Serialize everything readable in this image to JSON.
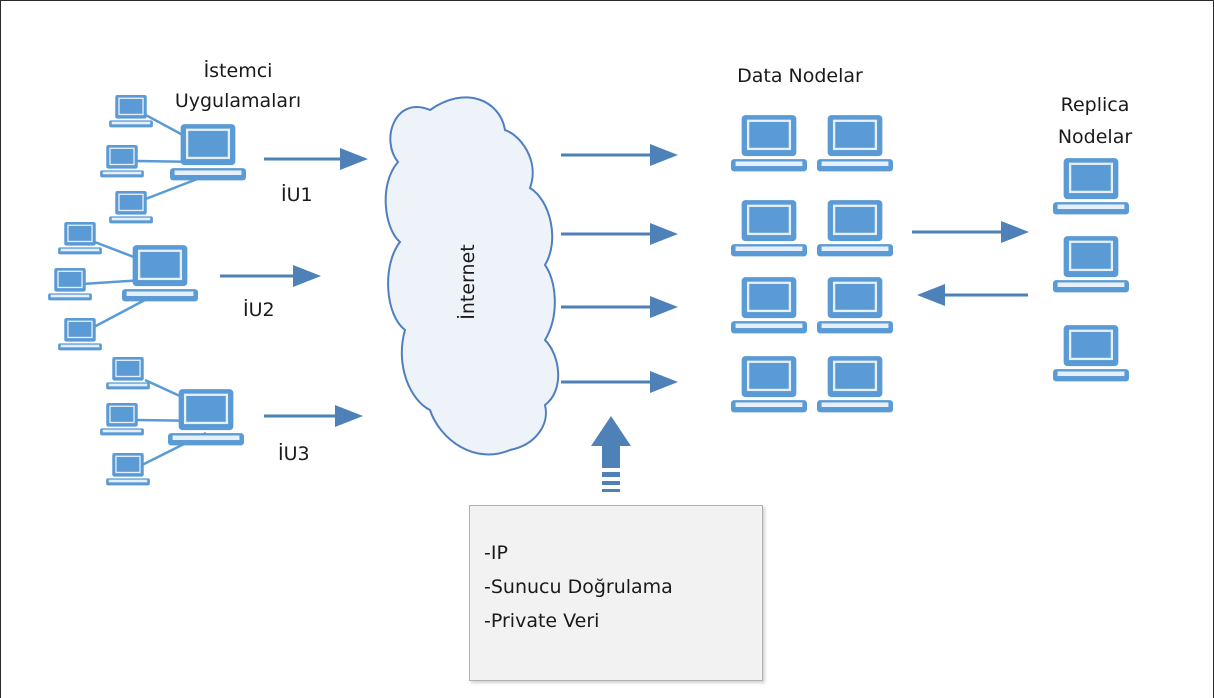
{
  "labels": {
    "client_apps_line1": "İstemci",
    "client_apps_line2": "Uygulamaları",
    "iu1": "İU1",
    "iu2": "İU2",
    "iu3": "İU3",
    "internet": "İnternet",
    "data_nodes": "Data Nodelar",
    "replica_line1": "Replica",
    "replica_line2": "Nodelar"
  },
  "info_box": {
    "items": [
      "-IP",
      "-Sunucu Doğrulama",
      "-Private Veri"
    ]
  },
  "colors": {
    "laptop_fill": "#5b9bd5",
    "laptop_screen": "#e7f0fa",
    "arrow": "#4e81b8",
    "cloud_fill": "#eef3fa",
    "cloud_stroke": "#4f7fbf",
    "box_fill": "#f2f2f2"
  },
  "icons": {
    "client": "laptop-icon",
    "network": "cloud-icon",
    "flow": "arrow-icon"
  }
}
